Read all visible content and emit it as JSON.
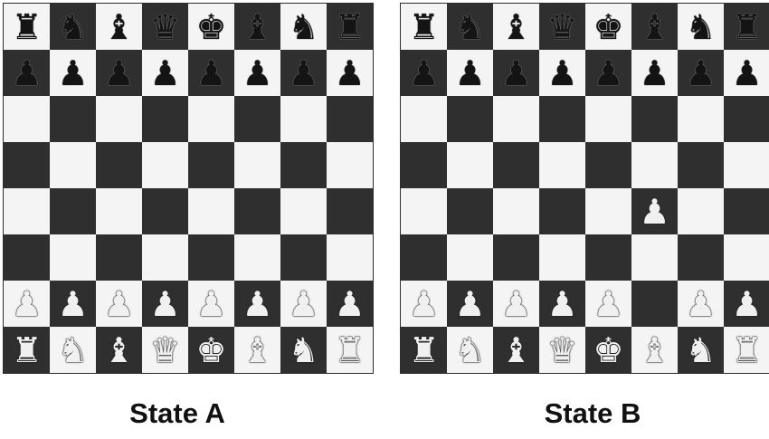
{
  "colors": {
    "light_square": "#f4f4f4",
    "dark_square": "#2f2f2f",
    "caption": "#111111"
  },
  "boards": [
    {
      "id": "a",
      "caption": "State A",
      "ranks": [
        [
          "bR",
          "bN",
          "bB",
          "bQ",
          "bK",
          "bB",
          "bN",
          "bR"
        ],
        [
          "bP",
          "bP",
          "bP",
          "bP",
          "bP",
          "bP",
          "bP",
          "bP"
        ],
        [
          "",
          "",
          "",
          "",
          "",
          "",
          "",
          ""
        ],
        [
          "",
          "",
          "",
          "",
          "",
          "",
          "",
          ""
        ],
        [
          "",
          "",
          "",
          "",
          "",
          "",
          "",
          ""
        ],
        [
          "",
          "",
          "",
          "",
          "",
          "",
          "",
          ""
        ],
        [
          "wP",
          "wP",
          "wP",
          "wP",
          "wP",
          "wP",
          "wP",
          "wP"
        ],
        [
          "wR",
          "wN",
          "wB",
          "wQ",
          "wK",
          "wB",
          "wN",
          "wR"
        ]
      ]
    },
    {
      "id": "b",
      "caption": "State B",
      "ranks": [
        [
          "bR",
          "bN",
          "bB",
          "bQ",
          "bK",
          "bB",
          "bN",
          "bR"
        ],
        [
          "bP",
          "bP",
          "bP",
          "bP",
          "bP",
          "bP",
          "bP",
          "bP"
        ],
        [
          "",
          "",
          "",
          "",
          "",
          "",
          "",
          ""
        ],
        [
          "",
          "",
          "",
          "",
          "",
          "",
          "",
          ""
        ],
        [
          "",
          "",
          "",
          "",
          "",
          "wP",
          "",
          ""
        ],
        [
          "",
          "",
          "",
          "",
          "",
          "",
          "",
          ""
        ],
        [
          "wP",
          "wP",
          "wP",
          "wP",
          "wP",
          "",
          "wP",
          "wP"
        ],
        [
          "wR",
          "wN",
          "wB",
          "wQ",
          "wK",
          "wB",
          "wN",
          "wR"
        ]
      ]
    }
  ]
}
